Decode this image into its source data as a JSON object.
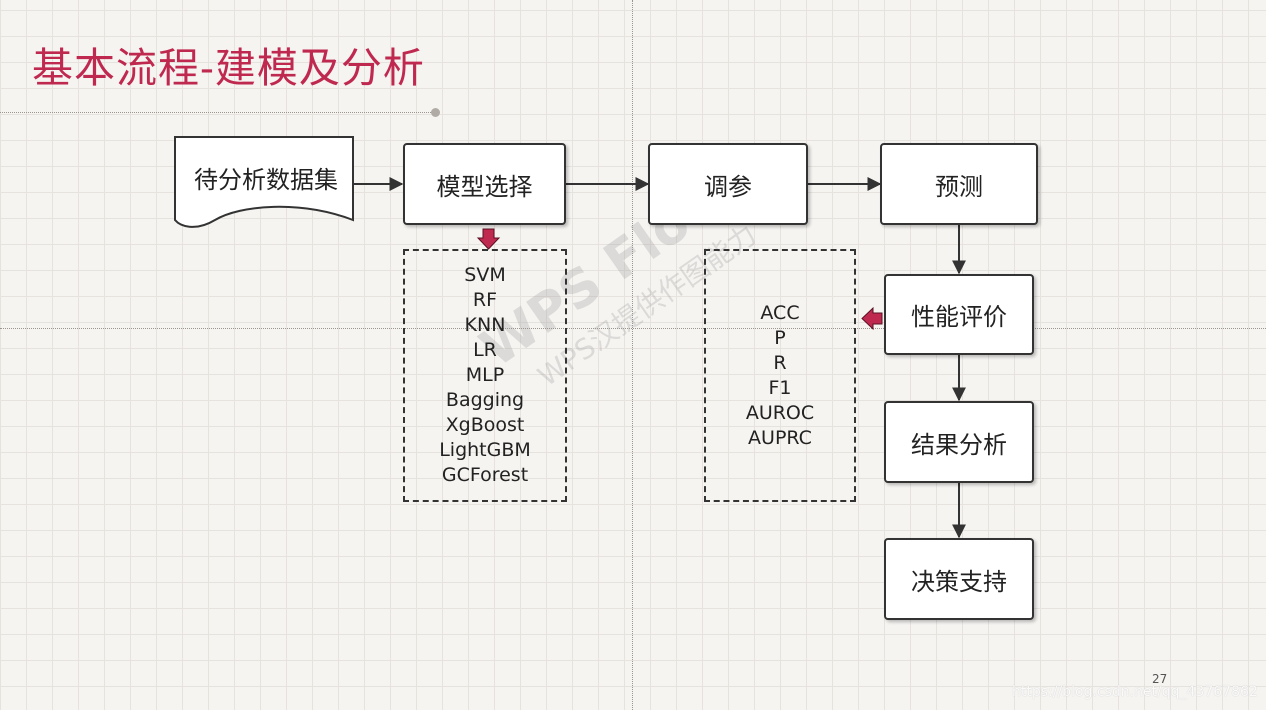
{
  "slide": {
    "title": "基本流程-建模及分析",
    "page_number": "27",
    "footer_url": "https://blog.csdn.net/qq_43767862"
  },
  "watermark": {
    "line1": "WPS Flow",
    "line2": "WPS汉提供作图能力"
  },
  "flow": {
    "dataset": "待分析数据集",
    "model_select": "模型选择",
    "tuning": "调参",
    "predict": "预测",
    "evaluate": "性能评价",
    "result_analysis": "结果分析",
    "decision_support": "决策支持"
  },
  "models": [
    "SVM",
    "RF",
    "KNN",
    "LR",
    "MLP",
    "Bagging",
    "XgBoost",
    "LightGBM",
    "GCForest"
  ],
  "metrics": [
    "ACC",
    "P",
    "R",
    "F1",
    "AUROC",
    "AUPRC"
  ],
  "colors": {
    "title": "#c0294f",
    "accent_arrow": "#c0294f"
  }
}
